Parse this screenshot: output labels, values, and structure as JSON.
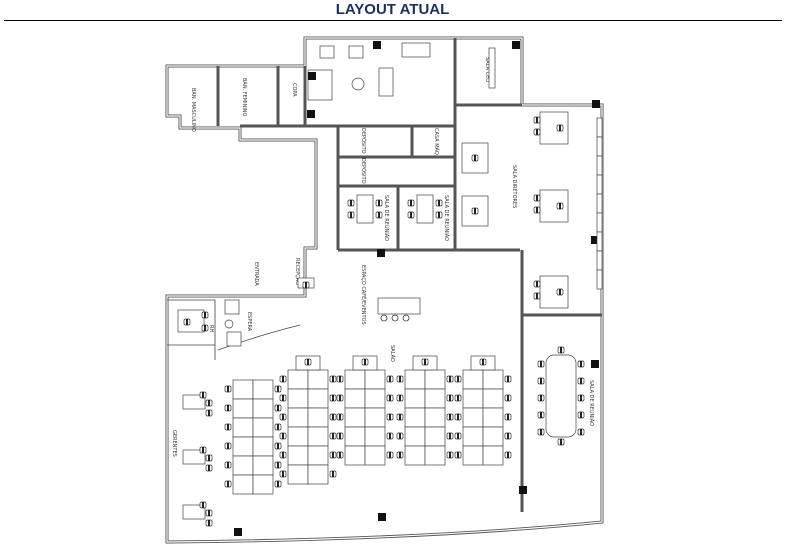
{
  "header": {
    "title": "LAYOUT ATUAL"
  },
  "rooms": {
    "ban_masculino": "BAN. MASCULINO",
    "ban_feminino": "BAN. FEMININO",
    "copa": "COPA",
    "sala_ceo": "SALA CEO",
    "deposito_1": "DEPÓSITO",
    "deposito_2": "DEPÓSITO",
    "casa_maq": "CASA MÁQ.",
    "sala_reuniao_1": "SALA DE REUNIÃO",
    "sala_reuniao_2": "SALA DE REUNIÃO",
    "sala_diretores": "SALA DIRETORES",
    "recepcao": "RECEPÇÃO",
    "entrada": "ENTRADA",
    "espaco_cafe": "ESPAÇO CAFÉ/EVENTOS",
    "espera": "ESPERA",
    "rh": "RH",
    "salao": "SALÃO",
    "gerentes": "GERENTES",
    "sala_reuniao_3": "SALA DE REUNIÃO"
  },
  "colors": {
    "title": "#1f2f5c",
    "wall": "#555555",
    "column": "#111111"
  }
}
